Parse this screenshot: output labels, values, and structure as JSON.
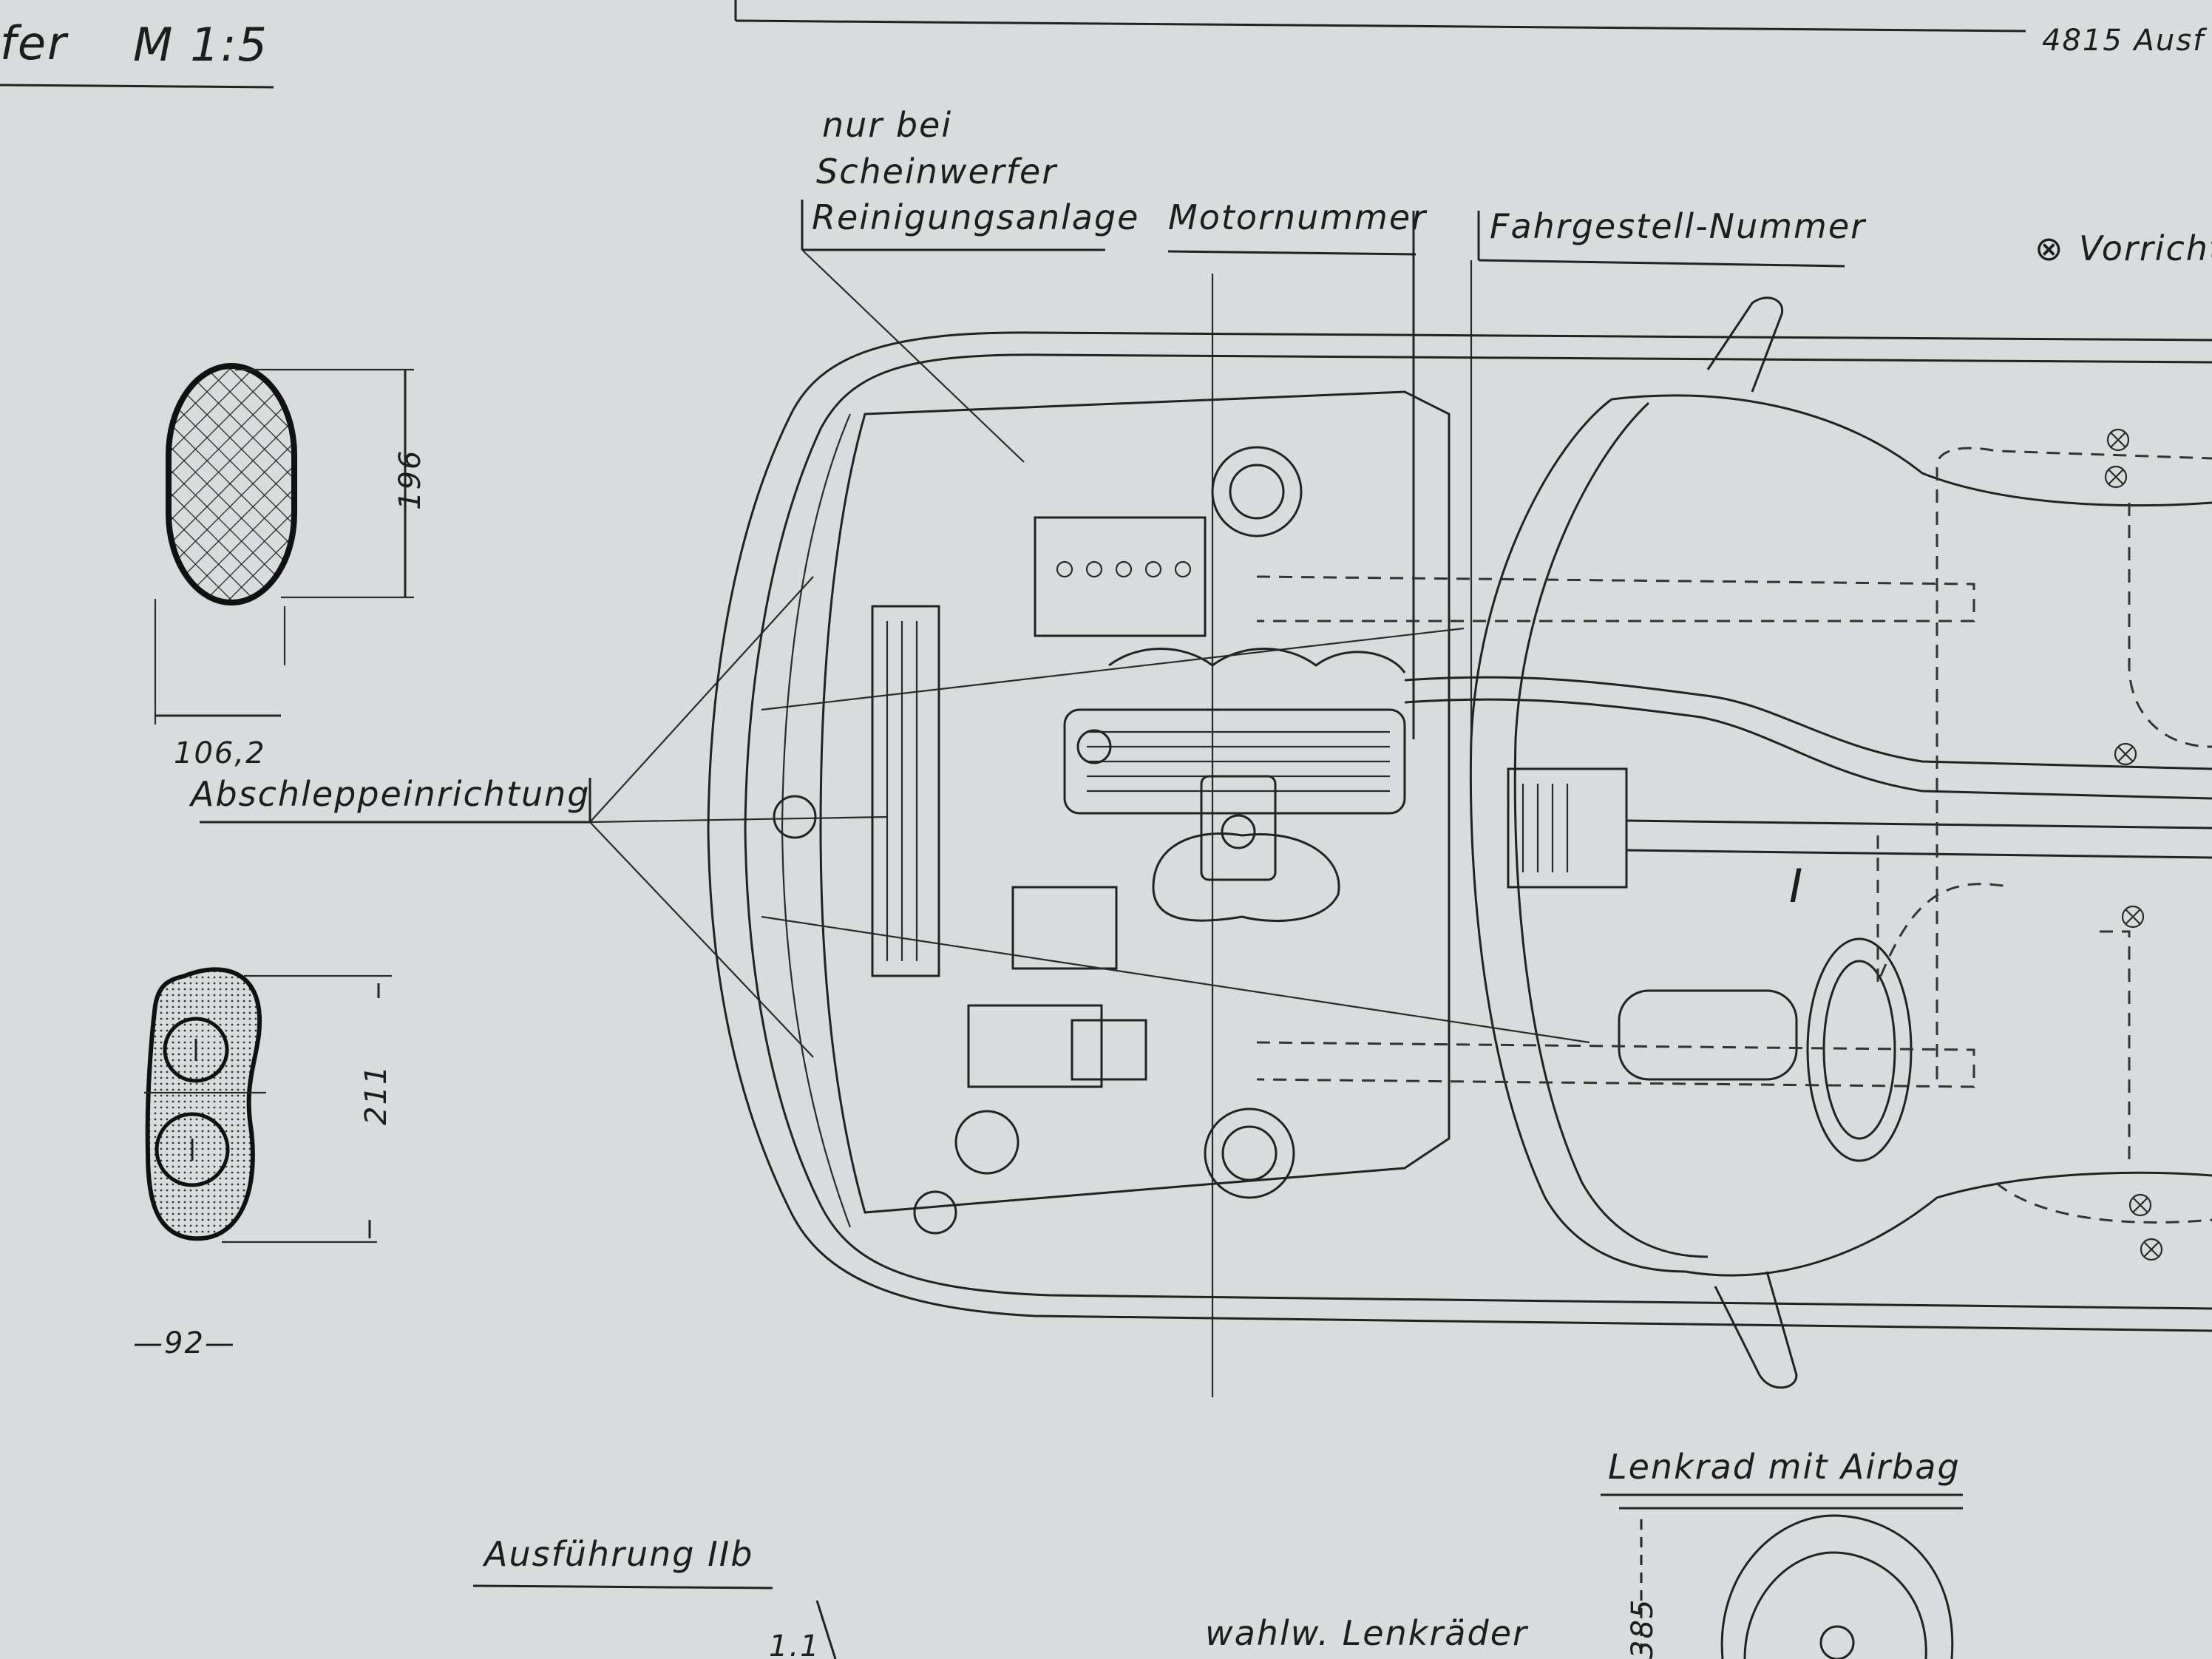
{
  "sheet": {
    "header_fragment": "fer",
    "scale": "M 1:5",
    "header_right": "4815 Ausf",
    "variant_label": "Ausführung IIb",
    "fragment_bottom": "1.1"
  },
  "callouts": {
    "headlamp_cleaning": [
      "nur bei",
      "Scheinwerfer",
      "Reinigungsanlage"
    ],
    "engine_number": "Motornummer",
    "chassis_number": "Fahrgestell-Nummer",
    "fixture_symbol": "⊗",
    "fixture_label": "Vorricht",
    "towing": "Abschleppeinrichtung",
    "section_mark": "I",
    "optional_wheels": "wahlw. Lenkräder",
    "airbag_wheel": "Lenkrad mit Airbag"
  },
  "dimensions": {
    "upper_height": "196",
    "upper_width": "106,2",
    "lower_height": "211",
    "lower_width": "—92—",
    "wheel_height": "385"
  }
}
